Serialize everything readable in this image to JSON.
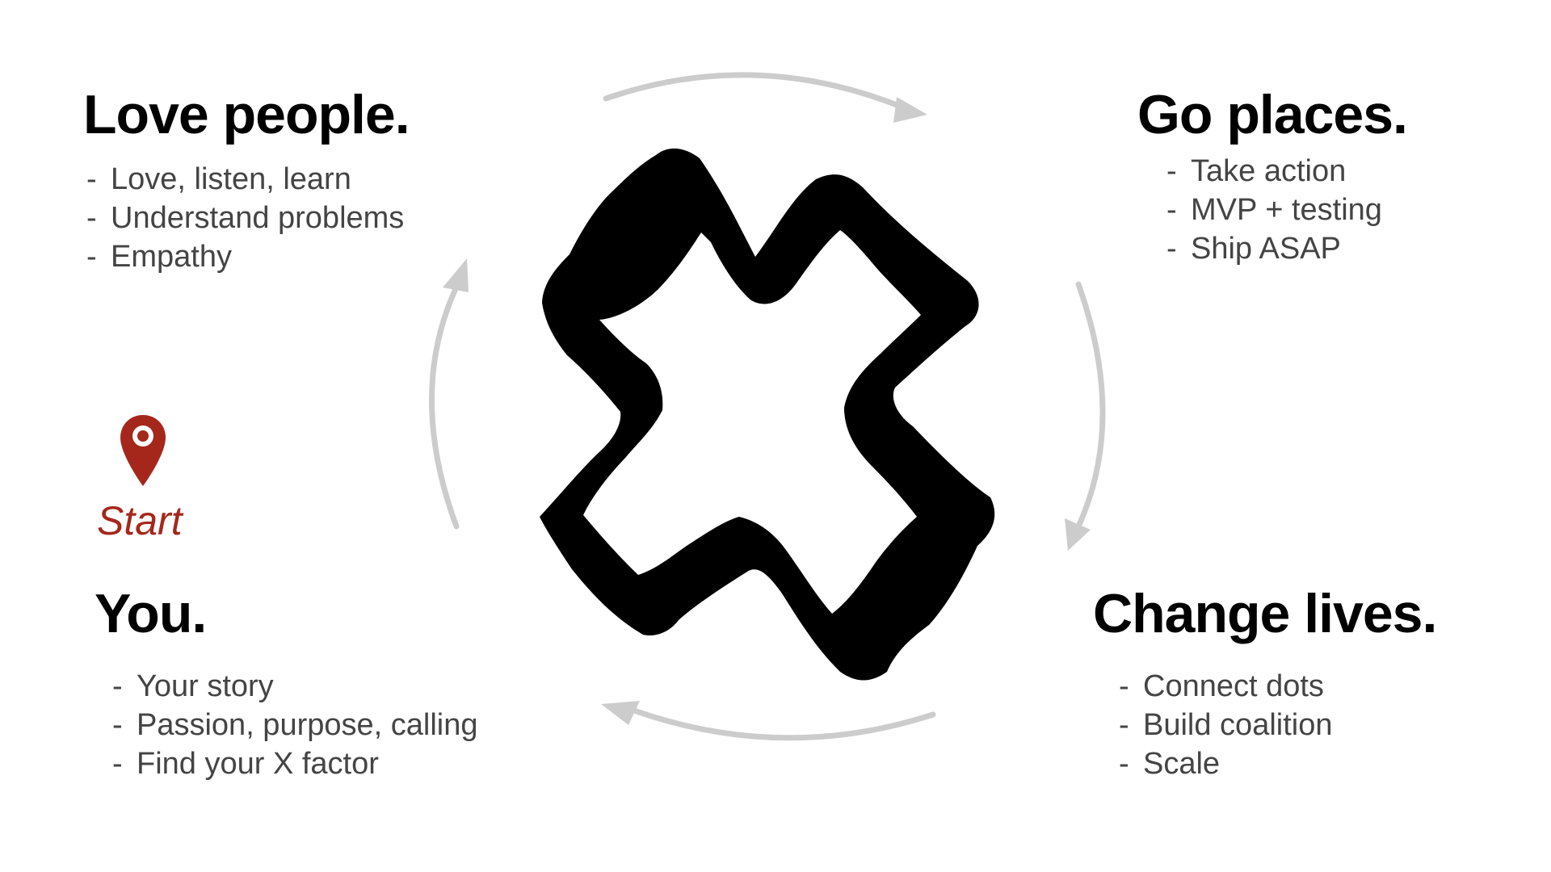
{
  "colors": {
    "heading": "#000000",
    "bullet_text": "#444444",
    "arrow": "#cccccc",
    "x_mark": "#000000",
    "start_accent": "#a5271b"
  },
  "quadrants": {
    "love_people": {
      "title": "Love people.",
      "items": [
        "Love, listen, learn",
        "Understand problems",
        "Empathy"
      ]
    },
    "go_places": {
      "title": "Go places.",
      "items": [
        "Take action",
        "MVP + testing",
        "Ship ASAP"
      ]
    },
    "change_lives": {
      "title": "Change lives.",
      "items": [
        "Connect dots",
        "Build coalition",
        "Scale"
      ]
    },
    "you": {
      "title": "You.",
      "items": [
        "Your story",
        "Passion, purpose, calling",
        "Find your X factor"
      ]
    }
  },
  "start": {
    "label": "Start",
    "icon": "map-pin-icon"
  },
  "center": {
    "icon": "x-factor-icon"
  },
  "bullet_prefix": "-"
}
